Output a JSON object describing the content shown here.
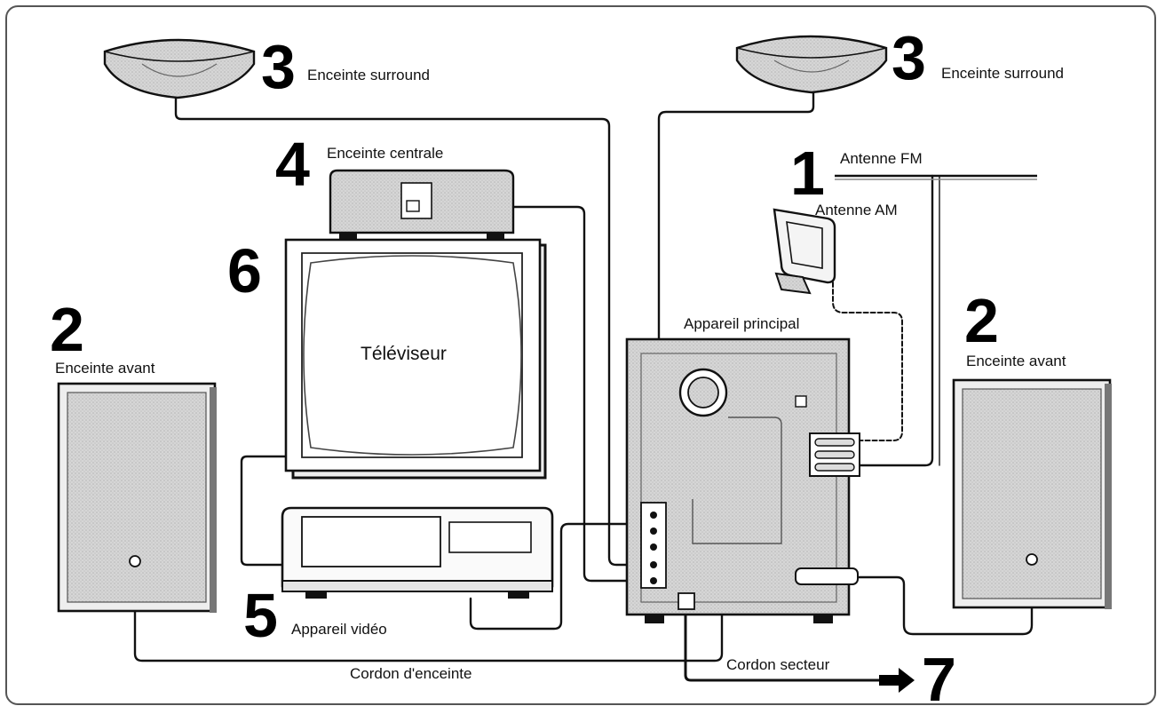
{
  "labels": {
    "surround_left": "Enceinte surround",
    "surround_right": "Enceinte surround",
    "center_speaker": "Enceinte centrale",
    "antenna_fm": "Antenne FM",
    "antenna_am": "Antenne AM",
    "main_unit": "Appareil principal",
    "front_left": "Enceinte avant",
    "front_right": "Enceinte avant",
    "tv": "Téléviseur",
    "vcr": "Appareil vidéo",
    "speaker_cord": "Cordon d'enceinte",
    "power_cord": "Cordon secteur"
  },
  "numbers": {
    "surround_left": "3",
    "surround_right": "3",
    "center": "4",
    "antenna": "1",
    "tv": "6",
    "front_left": "2",
    "front_right": "2",
    "vcr": "5",
    "power": "7"
  },
  "symbols": {
    "power_arrow": "arrow-right"
  }
}
